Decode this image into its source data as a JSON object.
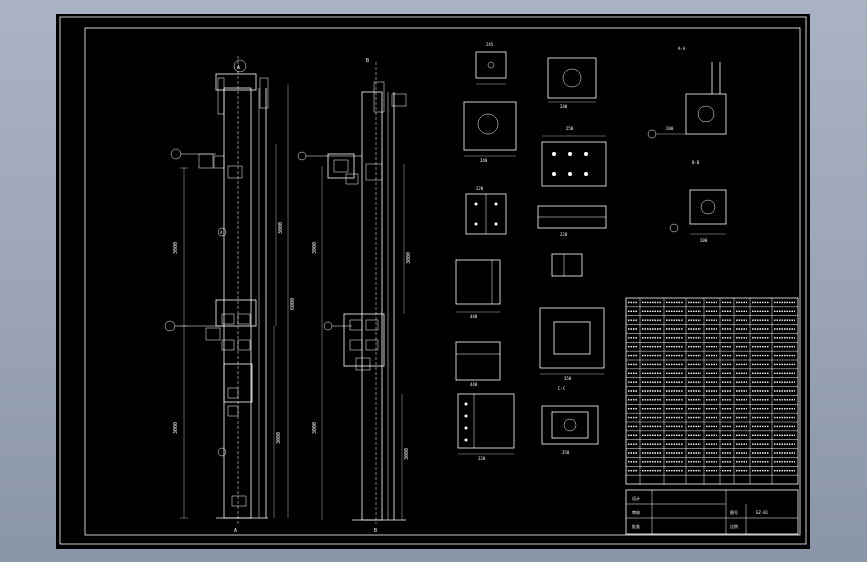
{
  "colors": {
    "background": "#9aa4b6",
    "paper": "#000000",
    "line": "#ffffff"
  },
  "column_a": {
    "top_mark": "A",
    "bottom_mark": "A",
    "dim_upper_left": "3000",
    "dim_upper_right": "3000",
    "dim_total": "6000",
    "dim_lower_left": "3000",
    "dim_lower_right": "3000",
    "label_mid": "A"
  },
  "column_b": {
    "top_mark": "B",
    "bottom_mark": "B",
    "dim_upper_left": "3000",
    "dim_upper_right": "3000",
    "dim_lower_left": "3000",
    "dim_lower_right": "3000"
  },
  "details": {
    "d1_width": "245",
    "d2_width": "240",
    "d3_width": "240",
    "d4_width": "250",
    "d5_width": "220",
    "d6_width": "220",
    "d7_width": "440",
    "d8_width": "350",
    "d9_width": "440",
    "d10_width": "350",
    "d11_width": "220",
    "sec_a": "A-A",
    "sec_b": "B-B",
    "sec_c": "C-C",
    "side_a": "200",
    "side_b": "200"
  },
  "table": {
    "rows": 20,
    "cols": 9
  },
  "title_block": {
    "label_1": "设计",
    "label_2": "审核",
    "label_3": "批准",
    "label_4": "图号",
    "label_5": "比例",
    "drawing_no": "GZ-01"
  }
}
